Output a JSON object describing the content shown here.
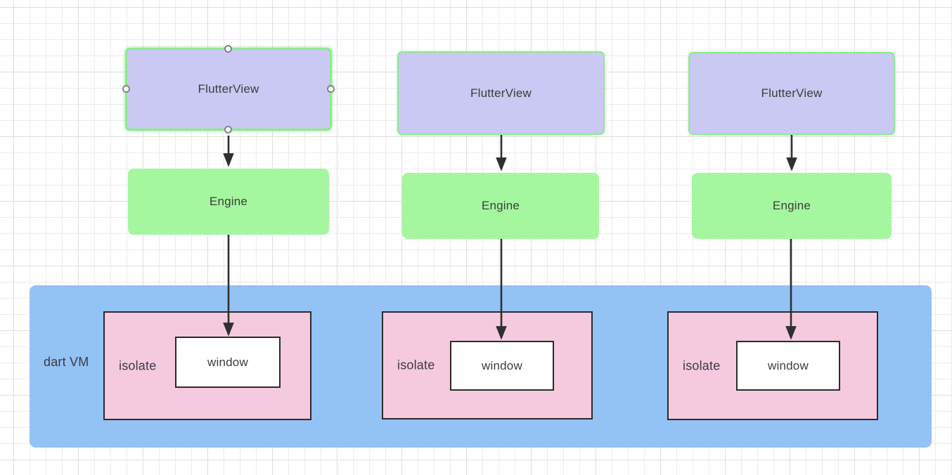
{
  "diagram": {
    "vm": {
      "label": "dart VM"
    },
    "columns": [
      {
        "flutterview": "FlutterView",
        "engine": "Engine",
        "isolate": "isolate",
        "window": "window",
        "selected": true
      },
      {
        "flutterview": "FlutterView",
        "engine": "Engine",
        "isolate": "isolate",
        "window": "window",
        "selected": false
      },
      {
        "flutterview": "FlutterView",
        "engine": "Engine",
        "isolate": "isolate",
        "window": "window",
        "selected": false
      }
    ],
    "edges": [
      {
        "from": "flutterview-1",
        "to": "engine-1"
      },
      {
        "from": "engine-1",
        "to": "window-1"
      },
      {
        "from": "flutterview-2",
        "to": "engine-2"
      },
      {
        "from": "engine-2",
        "to": "window-2"
      },
      {
        "from": "flutterview-3",
        "to": "engine-3"
      },
      {
        "from": "engine-3",
        "to": "window-3"
      }
    ],
    "colors": {
      "flutterview_fill": "#c9c9f3",
      "flutterview_border": "#8deb8d",
      "engine_fill": "#a4f79e",
      "vm_fill": "#93c2f5",
      "isolate_fill": "#f5cade",
      "dark_border": "#2b2b2b",
      "window_fill": "#ffffff",
      "text": "#3c3c3c",
      "arrow": "#2f2f2f",
      "grid_minor": "#ececec",
      "grid_major": "#dedede"
    }
  }
}
